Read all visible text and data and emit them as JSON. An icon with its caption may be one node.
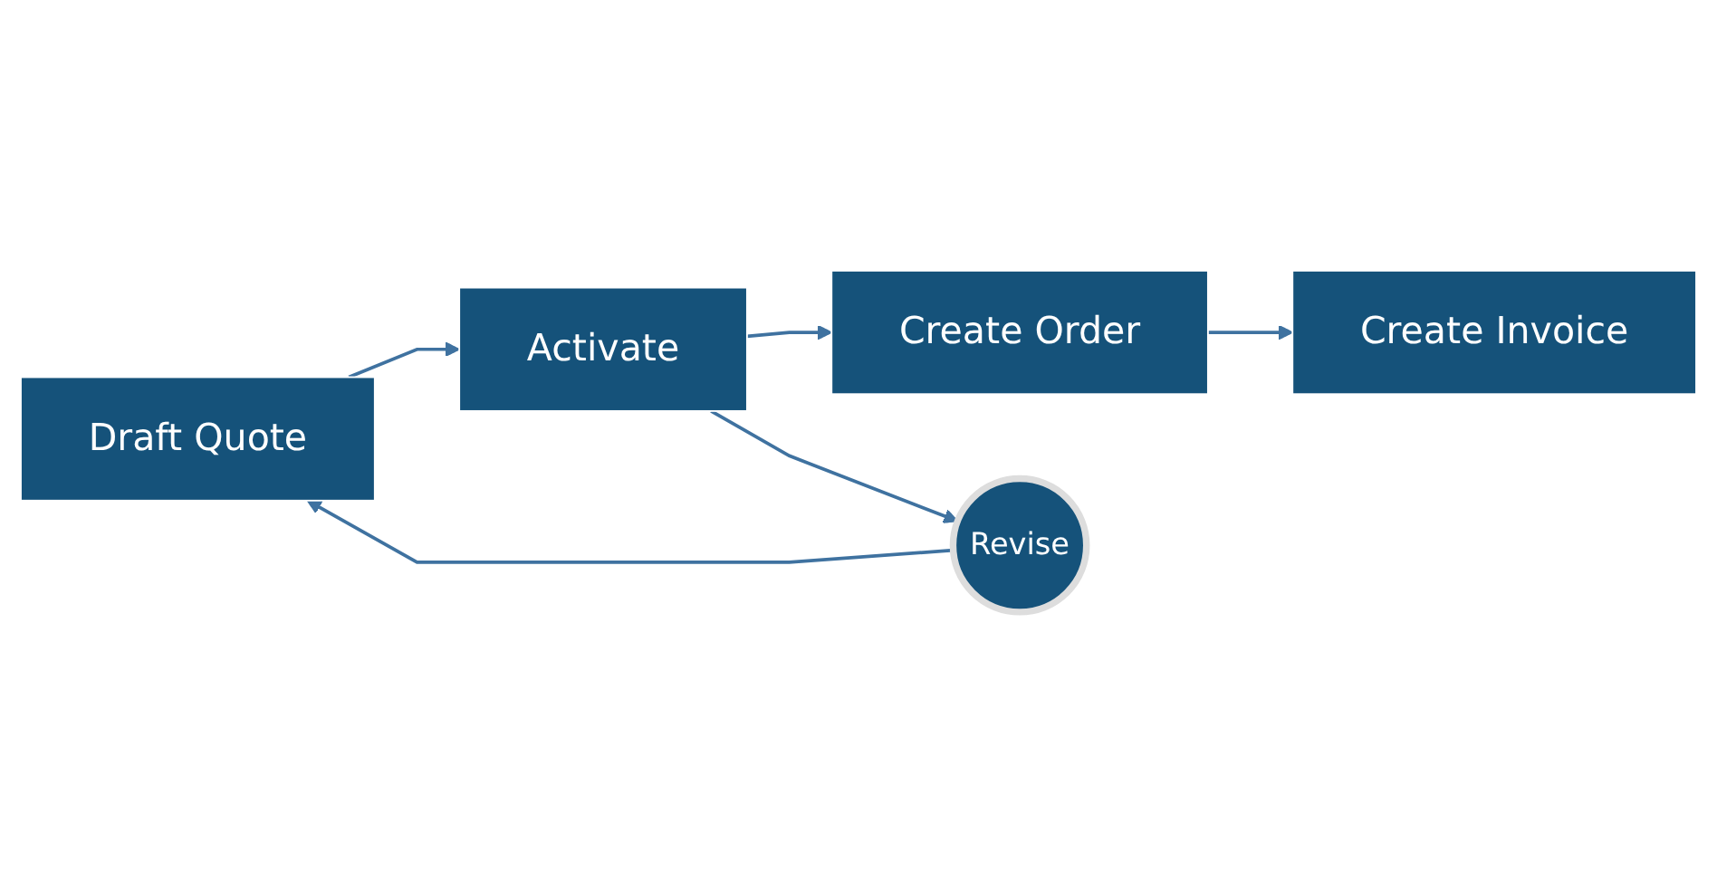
{
  "diagram": {
    "nodes": [
      {
        "text": [
          "Draft Quote"
        ]
      },
      {
        "text": [
          "Activate"
        ]
      },
      {
        "text": [
          "Create Order"
        ]
      },
      {
        "text": [
          "Create Invoice"
        ]
      },
      {
        "text": [
          "Revise"
        ]
      }
    ],
    "edges": [
      {
        "from": 0,
        "to": 1,
        "arrow": "to"
      },
      {
        "from": 1,
        "to": 2,
        "arrow": "to"
      },
      {
        "from": 2,
        "to": 3,
        "arrow": "to"
      },
      {
        "from": 1,
        "to": 4,
        "arrow": "to"
      },
      {
        "from": 4,
        "to": 0,
        "arrow": "to"
      }
    ]
  }
}
